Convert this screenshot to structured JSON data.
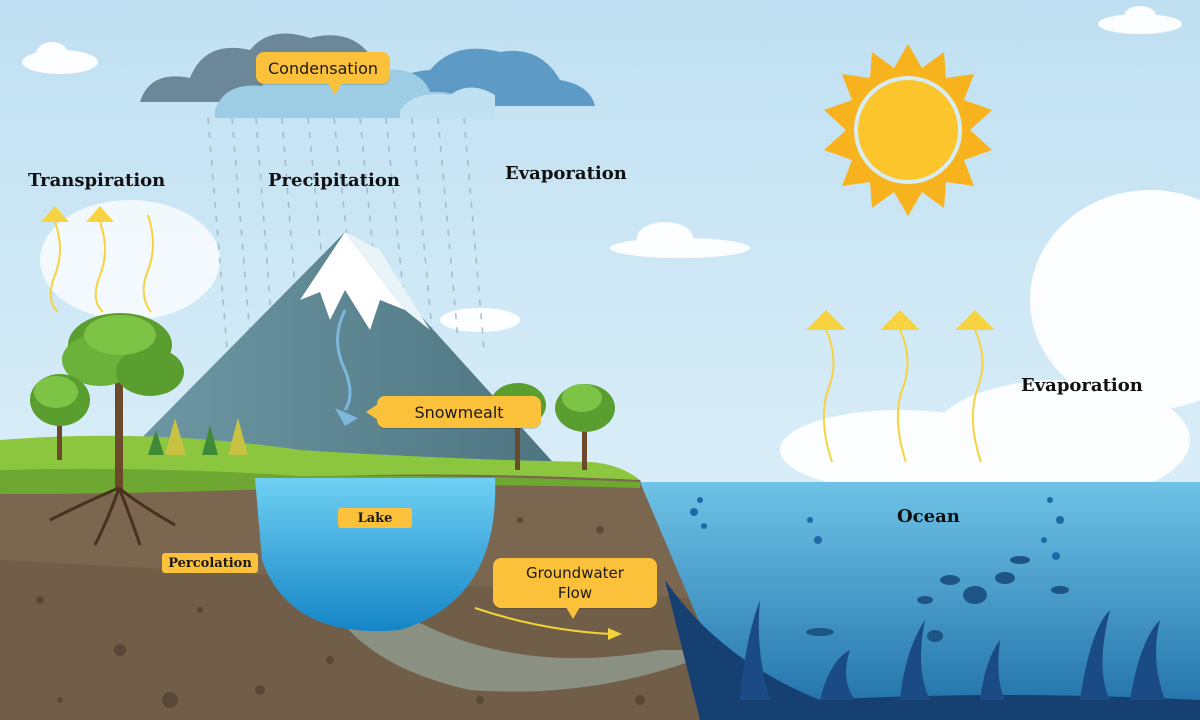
{
  "labels": {
    "transpiration": "Transpiration",
    "precipitation": "Precipitation",
    "evaporation_top": "Evaporation",
    "evaporation_right": "Evaporation",
    "ocean": "Ocean"
  },
  "callouts": {
    "condensation": "Condensation",
    "snowmelt": "Snowmealt",
    "groundwater_line1": "Groundwater",
    "groundwater_line2": "Flow"
  },
  "tags": {
    "lake": "Lake",
    "percolation": "Percolation"
  },
  "colors": {
    "sky": "#cfe8f5",
    "callout": "#fbc13b",
    "sun": "#f7b21e",
    "ocean": "#2f8fc4",
    "soil": "#7b6650",
    "grass": "#8cc63f"
  }
}
